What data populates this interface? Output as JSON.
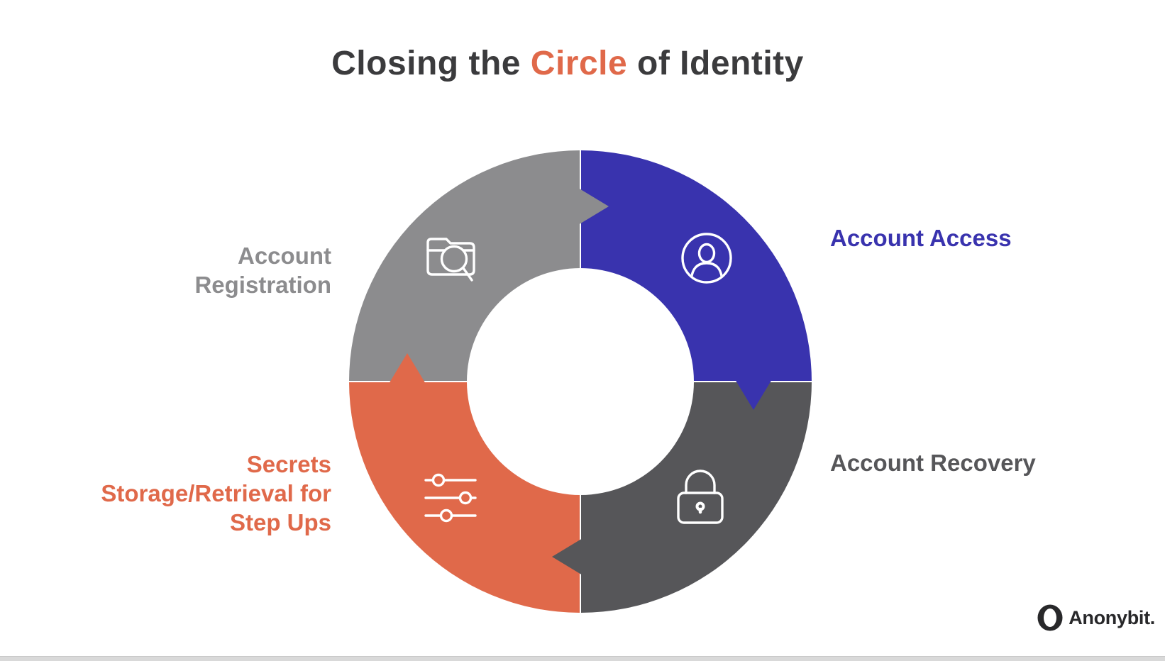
{
  "title": {
    "pre": "Closing the ",
    "highlight": "Circle",
    "post": " of Identity"
  },
  "colors": {
    "background": "#FFFFFF",
    "title_text": "#3B3B3D",
    "orange": "#E0694A",
    "blue": "#3933AE",
    "gray": "#8C8C8E",
    "dark_gray": "#565659",
    "icon_stroke": "#FFFFFF",
    "logo_text": "#28282A",
    "bottom_bar": "#D9D9D9"
  },
  "diagram": {
    "type": "circular-process-cycle",
    "flow_direction": "clockwise",
    "segments": [
      {
        "id": "account-registration",
        "label": "Account Registration",
        "label_lines": [
          "Account",
          "Registration"
        ],
        "color": "#8C8C8E",
        "icon": "folder-search-icon",
        "position": "top-left"
      },
      {
        "id": "account-access",
        "label": "Account Access",
        "label_lines": [
          "Account Access"
        ],
        "color": "#3933AE",
        "icon": "user-icon",
        "position": "top-right"
      },
      {
        "id": "account-recovery",
        "label": "Account Recovery",
        "label_lines": [
          "Account Recovery"
        ],
        "color": "#565659",
        "icon": "lock-icon",
        "position": "bottom-right"
      },
      {
        "id": "secrets-storage",
        "label": "Secrets Storage/Retrieval for Step Ups",
        "label_lines": [
          "Secrets",
          "Storage/Retrieval for",
          "Step Ups"
        ],
        "color": "#E0694A",
        "icon": "sliders-icon",
        "position": "bottom-left"
      }
    ]
  },
  "logo": {
    "text": "Anonybit."
  }
}
